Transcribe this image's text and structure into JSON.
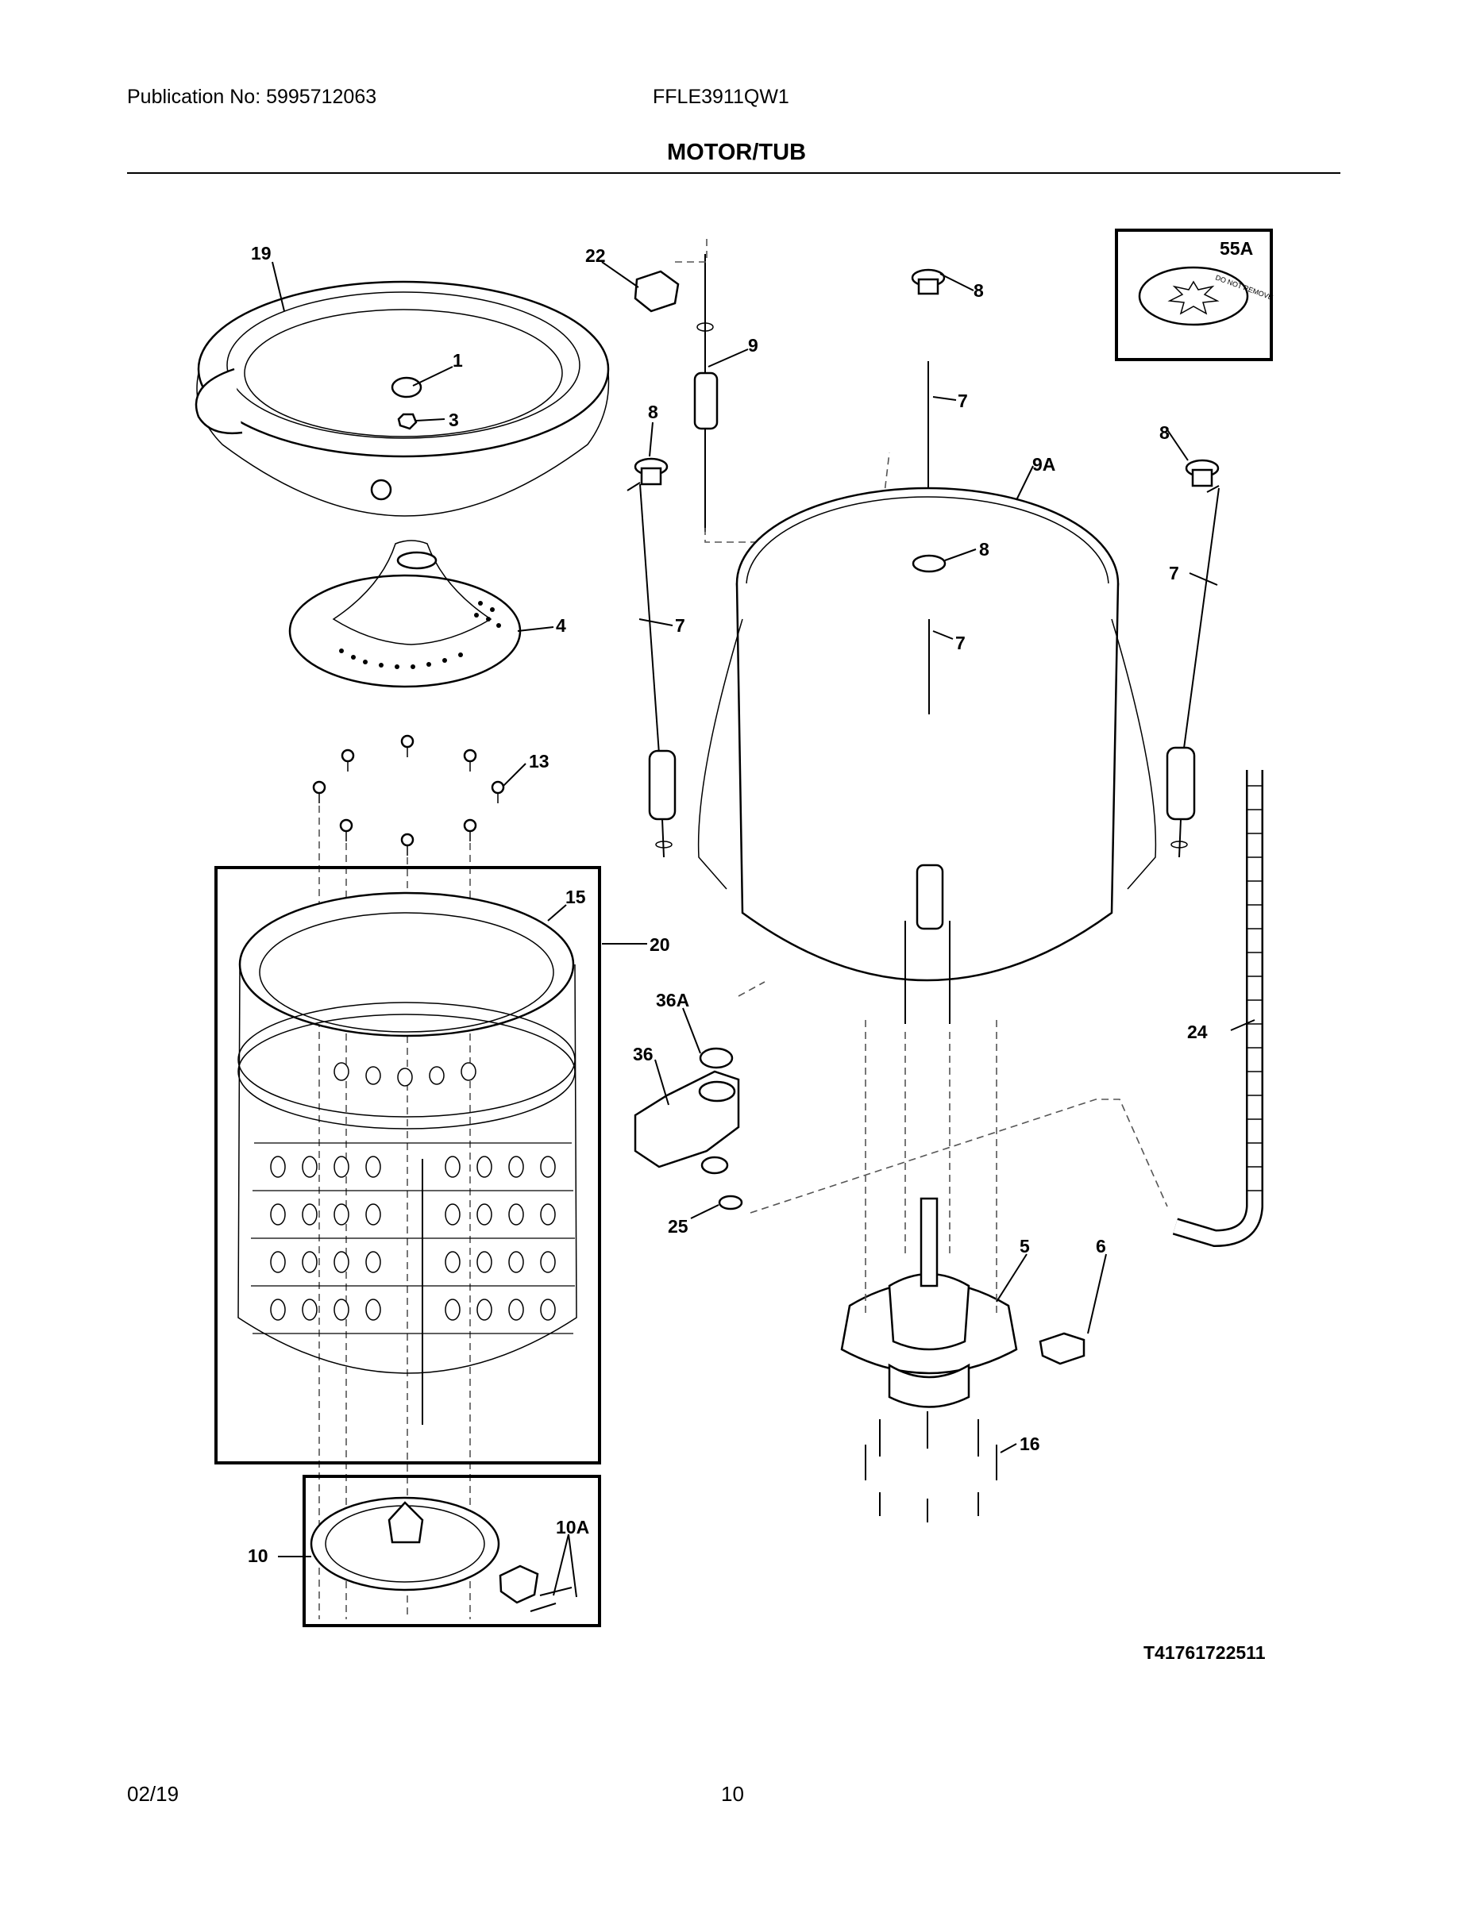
{
  "header": {
    "publication": "Publication No: 5995712063",
    "model": "FFLE3911QW1",
    "section_title": "MOTOR/TUB"
  },
  "footer": {
    "date": "02/19",
    "page_number": "10"
  },
  "diagram": {
    "figure_code": "T41761722511",
    "callouts": [
      "1",
      "3",
      "4",
      "5",
      "6",
      "7",
      "8",
      "9",
      "9A",
      "10",
      "10A",
      "13",
      "15",
      "16",
      "19",
      "20",
      "22",
      "24",
      "25",
      "36",
      "36A",
      "55A"
    ]
  },
  "inset_55A": {
    "label": "55A",
    "warning_text": "DO NOT REMOVE"
  }
}
